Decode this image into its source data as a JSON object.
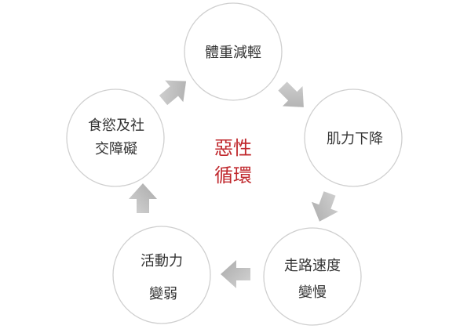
{
  "diagram": {
    "center": {
      "line1": "惡性",
      "line2": "循環",
      "color": "#c0282d"
    },
    "nodes": [
      {
        "id": "weight-loss",
        "lines": [
          "體重減輕"
        ]
      },
      {
        "id": "muscle-decline",
        "lines": [
          "肌力下降"
        ]
      },
      {
        "id": "walking-speed",
        "lines": [
          "走路速度",
          "變慢"
        ]
      },
      {
        "id": "activity",
        "lines": [
          "活動力",
          "變弱"
        ]
      },
      {
        "id": "appetite-social",
        "lines": [
          "食慾及社",
          "交障礙"
        ]
      }
    ],
    "arrow_color": "#bcbcbc"
  }
}
